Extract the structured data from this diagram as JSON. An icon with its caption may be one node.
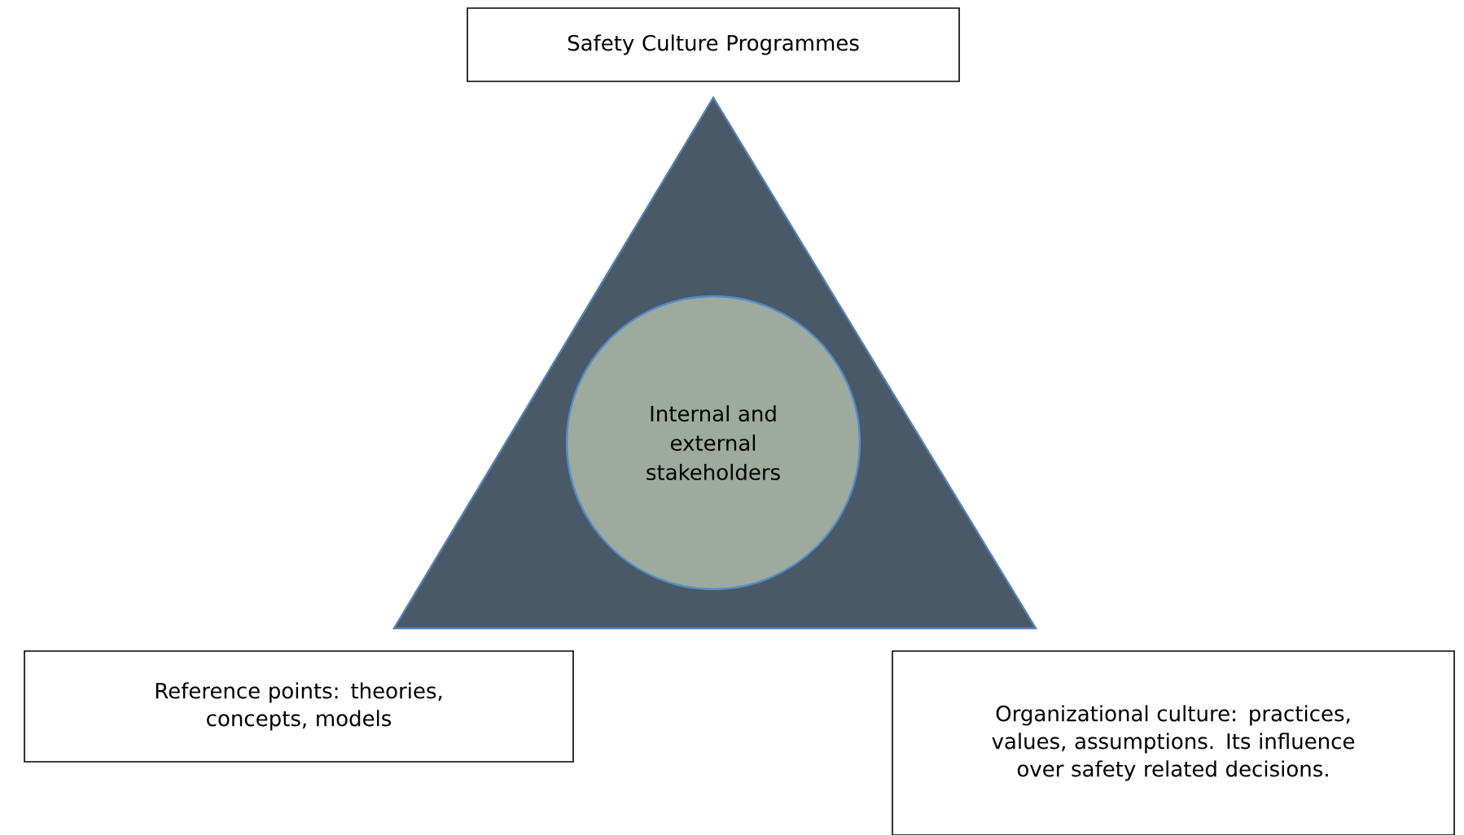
{
  "diagram": {
    "nodes": [
      {
        "text": [
          "Safety Culture Programmes"
        ]
      },
      {
        "text": [],
        "shape": "triangle"
      },
      {
        "text": [
          "Internal and external stakeholders"
        ],
        "in": 1
      },
      {
        "text": [
          "Reference points: theories, concepts, models"
        ]
      },
      {
        "text": [
          "Organizational culture: practices, values, assumptions. Its influence over safety related decisions."
        ]
      }
    ]
  }
}
